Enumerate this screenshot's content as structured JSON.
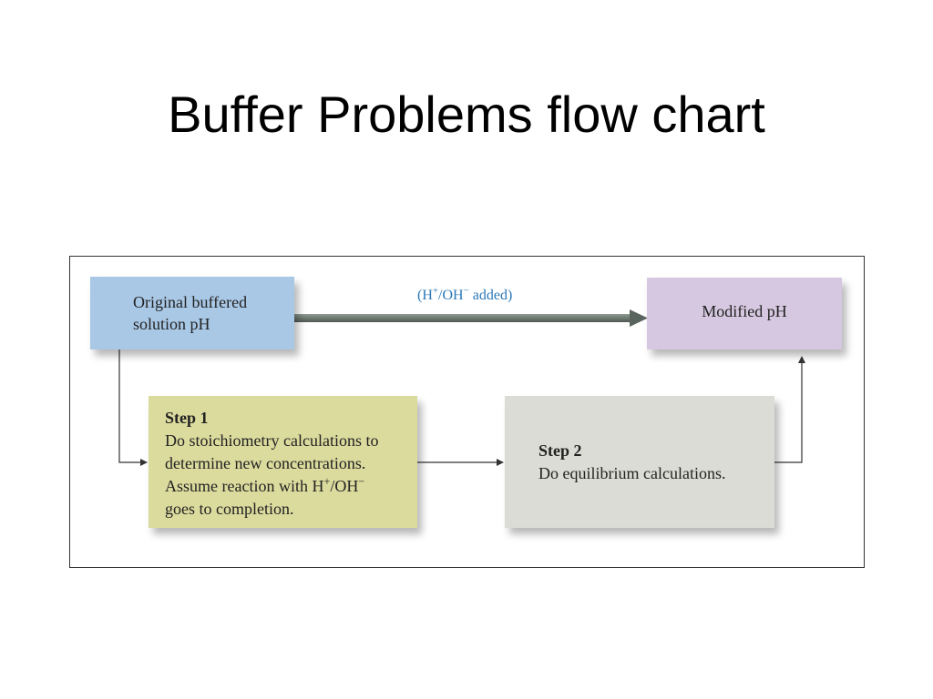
{
  "slide": {
    "title": "Buffer Problems flow chart"
  },
  "diagram": {
    "original": {
      "line1": "Original buffered",
      "line2": "solution pH"
    },
    "top_arrow_label": {
      "prefix": "(H",
      "plus": "+",
      "middle": "/OH",
      "minus": "−",
      "suffix": " added)"
    },
    "modified": {
      "label": "Modified pH"
    },
    "step1": {
      "title": "Step 1",
      "line1": "Do stoichiometry calculations to",
      "line2": "determine new concentrations.",
      "line3_prefix": "Assume reaction with H",
      "line3_plus": "+",
      "line3_middle": "/OH",
      "line3_minus": "−",
      "line4": "goes to completion."
    },
    "step2": {
      "title": "Step 2",
      "line1": "Do equilibrium calculations."
    },
    "colors": {
      "original_box": "#a9c8e6",
      "modified_box": "#d6c8e0",
      "step1_box": "#dcdb9e",
      "step2_box": "#dcdcd6",
      "label_text": "#2a78b8",
      "main_arrow": "#6f7a72"
    }
  }
}
